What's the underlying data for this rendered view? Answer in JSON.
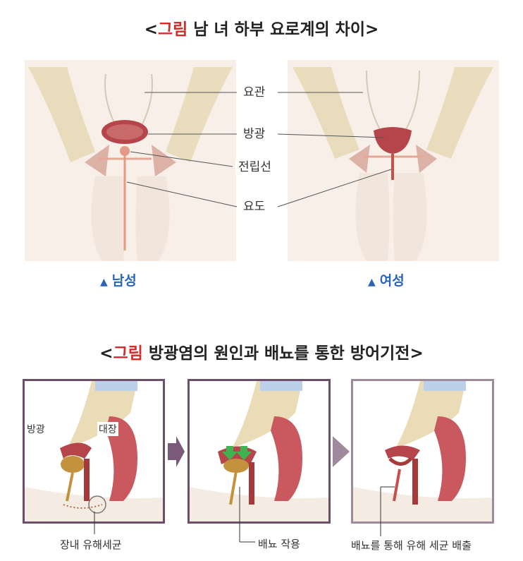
{
  "top_title": {
    "open": "<",
    "highlight": "그림",
    "rest": " 남 녀 하부 요로계의 차이",
    "close": ">"
  },
  "top_labels": {
    "ureter": "요관",
    "bladder": "방광",
    "prostate": "전립선",
    "urethra": "요도"
  },
  "captions": {
    "male": "남성",
    "female": "여성",
    "marker": "▲"
  },
  "bottom_title": {
    "open": "<",
    "highlight": "그림",
    "rest": " 방광염의 원인과 배뇨를 통한 방어기전",
    "close": ">"
  },
  "panel1": {
    "bladder": "방광",
    "colon": "대장",
    "bottom": "장내 유해세균"
  },
  "panel2": {
    "bottom": "배뇨 작용"
  },
  "panel3": {
    "bottom": "배뇨를 통해 유해 세균 배출"
  },
  "colors": {
    "accent_red": "#d42b2b",
    "caption_blue": "#2a63b8",
    "frame": "#6b4e68",
    "arrow": "#7a5a78"
  }
}
